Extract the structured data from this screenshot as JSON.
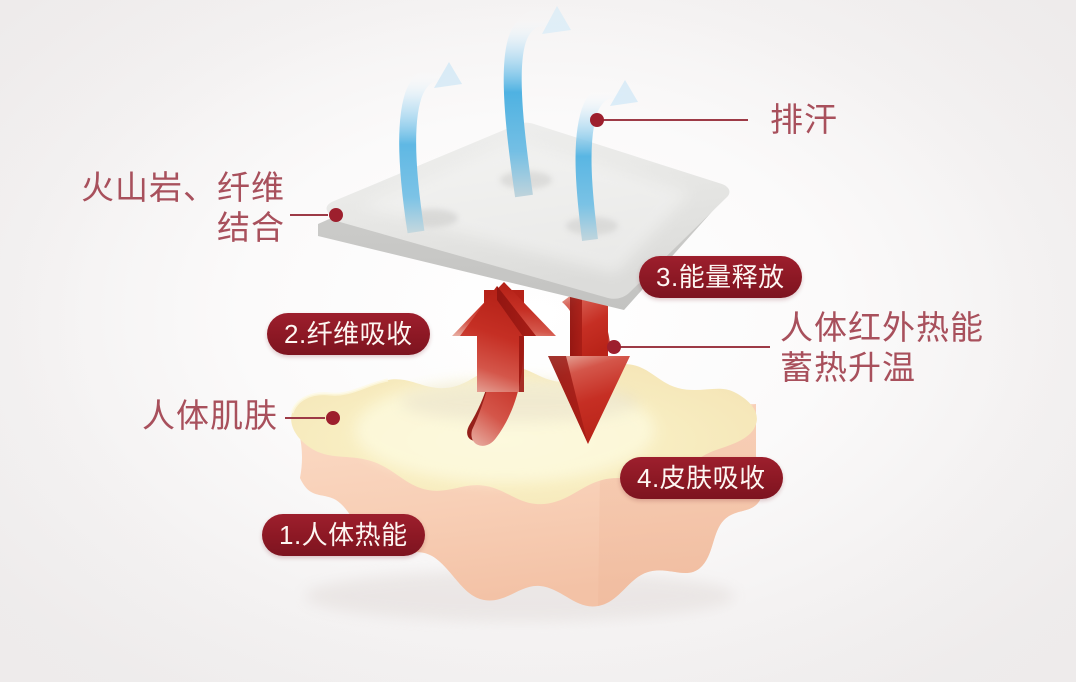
{
  "diagram": {
    "title": "",
    "background_color": "#f6f4f4",
    "accent_color": "#9d1f2d",
    "label_text_color": "#a8505c",
    "fabric_color": "#e6e6e4",
    "skin_top_color": "#f7eec0",
    "skin_side_color": "#f8d5c0",
    "sweat_arrow_color": "#3fa9dd",
    "heat_arrow_color": "#c62a22"
  },
  "labels": {
    "sweat": "排汗",
    "fabric": "火山岩、纤维\n结合",
    "skin": "人体肌肤",
    "infrared": "人体红外热能\n蓄热升温"
  },
  "steps": [
    {
      "id": "step-1",
      "label": "1.人体热能"
    },
    {
      "id": "step-2",
      "label": "2.纤维吸收"
    },
    {
      "id": "step-3",
      "label": "3.能量释放"
    },
    {
      "id": "step-4",
      "label": "4.皮肤吸收"
    }
  ],
  "icons": {
    "sweat_arrow": "curved-up-arrow-icon",
    "absorb_arrow": "up-arrow-icon",
    "release_arrow": "down-arrow-icon",
    "leader_dot": "leader-dot-icon"
  }
}
